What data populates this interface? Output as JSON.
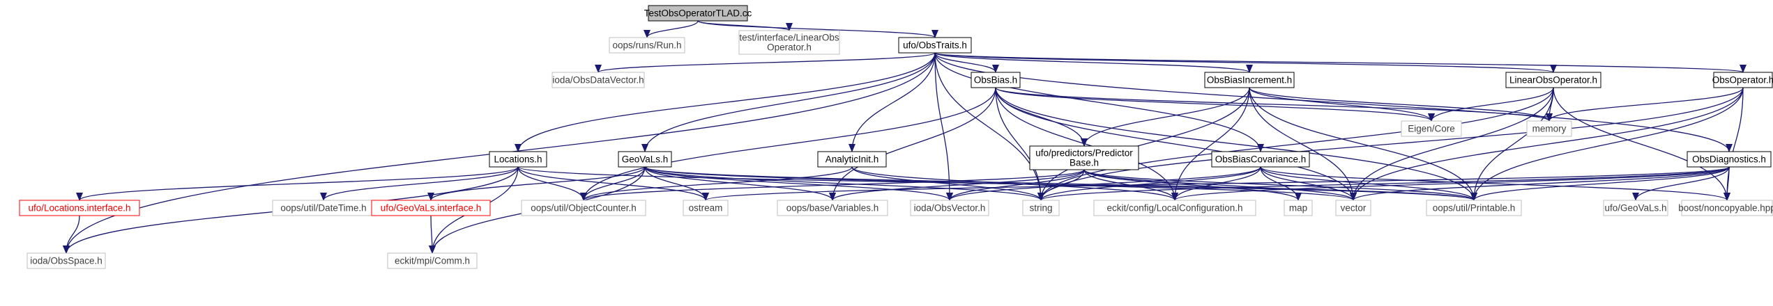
{
  "colors": {
    "edge": "#191970",
    "root_fill": "#bfbfbf",
    "node_stroke_black": "#000000",
    "node_stroke_gray": "#bfbfbf",
    "node_stroke_red": "#ff0000",
    "text_black": "#000000",
    "text_red": "#ff0000",
    "text_gray": "#404040"
  },
  "nodes": [
    {
      "id": "root",
      "lines": [
        "TestObsOperatorTLAD.cc"
      ],
      "style": "root"
    },
    {
      "id": "run",
      "lines": [
        "oops/runs/Run.h"
      ],
      "style": "gray"
    },
    {
      "id": "linobsint",
      "lines": [
        "test/interface/LinearObs",
        "Operator.h"
      ],
      "style": "gray"
    },
    {
      "id": "obstraits",
      "lines": [
        "ufo/ObsTraits.h"
      ],
      "style": "black"
    },
    {
      "id": "obsdatavector",
      "lines": [
        "ioda/ObsDataVector.h"
      ],
      "style": "gray"
    },
    {
      "id": "obsbias",
      "lines": [
        "ObsBias.h"
      ],
      "style": "black"
    },
    {
      "id": "obsbiasinc",
      "lines": [
        "ObsBiasIncrement.h"
      ],
      "style": "black"
    },
    {
      "id": "linearobsop",
      "lines": [
        "LinearObsOperator.h"
      ],
      "style": "black"
    },
    {
      "id": "obsoperator",
      "lines": [
        "ObsOperator.h"
      ],
      "style": "black"
    },
    {
      "id": "eigencore",
      "lines": [
        "Eigen/Core"
      ],
      "style": "gray"
    },
    {
      "id": "memory",
      "lines": [
        "memory"
      ],
      "style": "gray"
    },
    {
      "id": "locations",
      "lines": [
        "Locations.h"
      ],
      "style": "black"
    },
    {
      "id": "geovals",
      "lines": [
        "GeoVaLs.h"
      ],
      "style": "black"
    },
    {
      "id": "analyticinit",
      "lines": [
        "AnalyticInit.h"
      ],
      "style": "black"
    },
    {
      "id": "predictorbase",
      "lines": [
        "ufo/predictors/Predictor",
        "Base.h"
      ],
      "style": "black"
    },
    {
      "id": "obsbiascov",
      "lines": [
        "ObsBiasCovariance.h"
      ],
      "style": "black"
    },
    {
      "id": "obsdiagnostics",
      "lines": [
        "ObsDiagnostics.h"
      ],
      "style": "black"
    },
    {
      "id": "locinterface",
      "lines": [
        "ufo/Locations.interface.h"
      ],
      "style": "red"
    },
    {
      "id": "datetime",
      "lines": [
        "oops/util/DateTime.h"
      ],
      "style": "gray"
    },
    {
      "id": "geovalsinterface",
      "lines": [
        "ufo/GeoVaLs.interface.h"
      ],
      "style": "red"
    },
    {
      "id": "objectcounter",
      "lines": [
        "oops/util/ObjectCounter.h"
      ],
      "style": "gray"
    },
    {
      "id": "ostream",
      "lines": [
        "ostream"
      ],
      "style": "gray"
    },
    {
      "id": "variables",
      "lines": [
        "oops/base/Variables.h"
      ],
      "style": "gray"
    },
    {
      "id": "obsvector",
      "lines": [
        "ioda/ObsVector.h"
      ],
      "style": "gray"
    },
    {
      "id": "string",
      "lines": [
        "string"
      ],
      "style": "gray"
    },
    {
      "id": "localconfig",
      "lines": [
        "eckit/config/LocalConfiguration.h"
      ],
      "style": "gray"
    },
    {
      "id": "map",
      "lines": [
        "map"
      ],
      "style": "gray"
    },
    {
      "id": "vector",
      "lines": [
        "vector"
      ],
      "style": "gray"
    },
    {
      "id": "printable",
      "lines": [
        "oops/util/Printable.h"
      ],
      "style": "gray"
    },
    {
      "id": "ufogeovals",
      "lines": [
        "ufo/GeoVaLs.h"
      ],
      "style": "gray"
    },
    {
      "id": "noncopyable",
      "lines": [
        "boost/noncopyable.hpp"
      ],
      "style": "gray"
    },
    {
      "id": "obsspace",
      "lines": [
        "ioda/ObsSpace.h"
      ],
      "style": "gray"
    },
    {
      "id": "comm",
      "lines": [
        "eckit/mpi/Comm.h"
      ],
      "style": "gray"
    }
  ],
  "edges": [
    [
      "root",
      "run"
    ],
    [
      "root",
      "linobsint"
    ],
    [
      "root",
      "obstraits"
    ],
    [
      "obstraits",
      "obsspace"
    ],
    [
      "obstraits",
      "obsdatavector"
    ],
    [
      "obstraits",
      "locations"
    ],
    [
      "obstraits",
      "geovals"
    ],
    [
      "obstraits",
      "analyticinit"
    ],
    [
      "obstraits",
      "obsbias"
    ],
    [
      "obstraits",
      "obsbiascov"
    ],
    [
      "obstraits",
      "obsbiasinc"
    ],
    [
      "obstraits",
      "linearobsop"
    ],
    [
      "obstraits",
      "obsoperator"
    ],
    [
      "obstraits",
      "obsdiagnostics"
    ],
    [
      "obstraits",
      "string"
    ],
    [
      "obstraits",
      "obsvector"
    ],
    [
      "obsbias",
      "objectcounter"
    ],
    [
      "obsbias",
      "variables"
    ],
    [
      "obsbias",
      "predictorbase"
    ],
    [
      "obsbias",
      "string"
    ],
    [
      "obsbias",
      "localconfig"
    ],
    [
      "obsbias",
      "vector"
    ],
    [
      "obsbias",
      "printable"
    ],
    [
      "obsbias",
      "eigencore"
    ],
    [
      "obsbias",
      "memory"
    ],
    [
      "obsbiasinc",
      "predictorbase"
    ],
    [
      "obsbiasinc",
      "string"
    ],
    [
      "obsbiasinc",
      "localconfig"
    ],
    [
      "obsbiasinc",
      "vector"
    ],
    [
      "obsbiasinc",
      "printable"
    ],
    [
      "obsbiasinc",
      "eigencore"
    ],
    [
      "obsbiasinc",
      "memory"
    ],
    [
      "linearobsop",
      "eigencore"
    ],
    [
      "linearobsop",
      "memory"
    ],
    [
      "linearobsop",
      "vector"
    ],
    [
      "linearobsop",
      "printable"
    ],
    [
      "linearobsop",
      "noncopyable"
    ],
    [
      "linearobsop",
      "string"
    ],
    [
      "obsoperator",
      "memory"
    ],
    [
      "obsoperator",
      "vector"
    ],
    [
      "obsoperator",
      "printable"
    ],
    [
      "obsoperator",
      "noncopyable"
    ],
    [
      "obsoperator",
      "string"
    ],
    [
      "locations",
      "locinterface"
    ],
    [
      "locations",
      "datetime"
    ],
    [
      "locations",
      "objectcounter"
    ],
    [
      "locations",
      "ostream"
    ],
    [
      "locations",
      "printable"
    ],
    [
      "locations",
      "obsspace"
    ],
    [
      "locations",
      "comm"
    ],
    [
      "locinterface",
      "obsspace"
    ],
    [
      "geovals",
      "geovalsinterface"
    ],
    [
      "geovals",
      "objectcounter"
    ],
    [
      "geovals",
      "ostream"
    ],
    [
      "geovals",
      "variables"
    ],
    [
      "geovals",
      "obsvector"
    ],
    [
      "geovals",
      "string"
    ],
    [
      "geovals",
      "vector"
    ],
    [
      "geovals",
      "printable"
    ],
    [
      "geovals",
      "comm"
    ],
    [
      "geovalsinterface",
      "comm"
    ],
    [
      "analyticinit",
      "objectcounter"
    ],
    [
      "analyticinit",
      "string"
    ],
    [
      "analyticinit",
      "localconfig"
    ],
    [
      "predictorbase",
      "variables"
    ],
    [
      "predictorbase",
      "obsvector"
    ],
    [
      "predictorbase",
      "string"
    ],
    [
      "predictorbase",
      "localconfig"
    ],
    [
      "predictorbase",
      "map"
    ],
    [
      "predictorbase",
      "vector"
    ],
    [
      "predictorbase",
      "printable"
    ],
    [
      "predictorbase",
      "objectcounter"
    ],
    [
      "obsbiascov",
      "localconfig"
    ],
    [
      "obsbiascov",
      "map"
    ],
    [
      "obsbiascov",
      "vector"
    ],
    [
      "obsbiascov",
      "printable"
    ],
    [
      "obsbiascov",
      "string"
    ],
    [
      "obsbiascov",
      "noncopyable"
    ],
    [
      "obsbiascov",
      "obsvector"
    ],
    [
      "obsdiagnostics",
      "ufogeovals"
    ],
    [
      "obsdiagnostics",
      "noncopyable"
    ],
    [
      "obsdiagnostics",
      "printable"
    ],
    [
      "obsdiagnostics",
      "vector"
    ],
    [
      "obsdiagnostics",
      "string"
    ],
    [
      "obsdiagnostics",
      "ostream"
    ],
    [
      "obsdiagnostics",
      "localconfig"
    ]
  ]
}
